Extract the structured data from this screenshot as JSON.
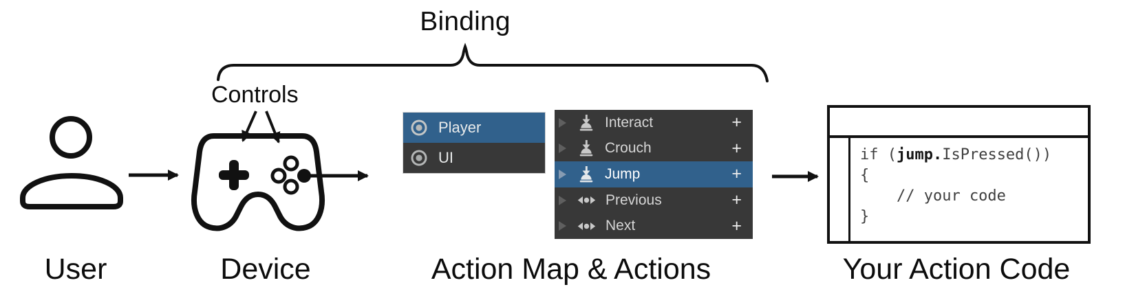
{
  "diagram": {
    "binding_label": "Binding",
    "controls_label": "Controls",
    "captions": {
      "user": "User",
      "device": "Device",
      "action_map": "Action Map & Actions",
      "action_code": "Your Action Code"
    }
  },
  "action_map_panel": {
    "items": [
      {
        "label": "Player",
        "icon": "action-map",
        "selected": true
      },
      {
        "label": "UI",
        "icon": "action-map",
        "selected": false
      }
    ]
  },
  "actions_panel": {
    "items": [
      {
        "label": "Interact",
        "icon": "button-action",
        "selected": false,
        "add": "+"
      },
      {
        "label": "Crouch",
        "icon": "button-action",
        "selected": false,
        "add": "+"
      },
      {
        "label": "Jump",
        "icon": "button-action",
        "selected": true,
        "add": "+"
      },
      {
        "label": "Previous",
        "icon": "axis-action",
        "selected": false,
        "add": "+"
      },
      {
        "label": "Next",
        "icon": "axis-action",
        "selected": false,
        "add": "+"
      }
    ]
  },
  "code_box": {
    "line1_pre": "if (",
    "line1_bold": "jump.",
    "line1_post": "IsPressed())",
    "line2": "{",
    "line3": "    // your code",
    "line4": "}"
  },
  "colors": {
    "selection_blue": "#31618c",
    "panel_dark": "#383838",
    "row_text": "#d6d6d6",
    "selected_text": "#ffffff",
    "ink": "#111111",
    "code_text": "#3f3f3f"
  }
}
